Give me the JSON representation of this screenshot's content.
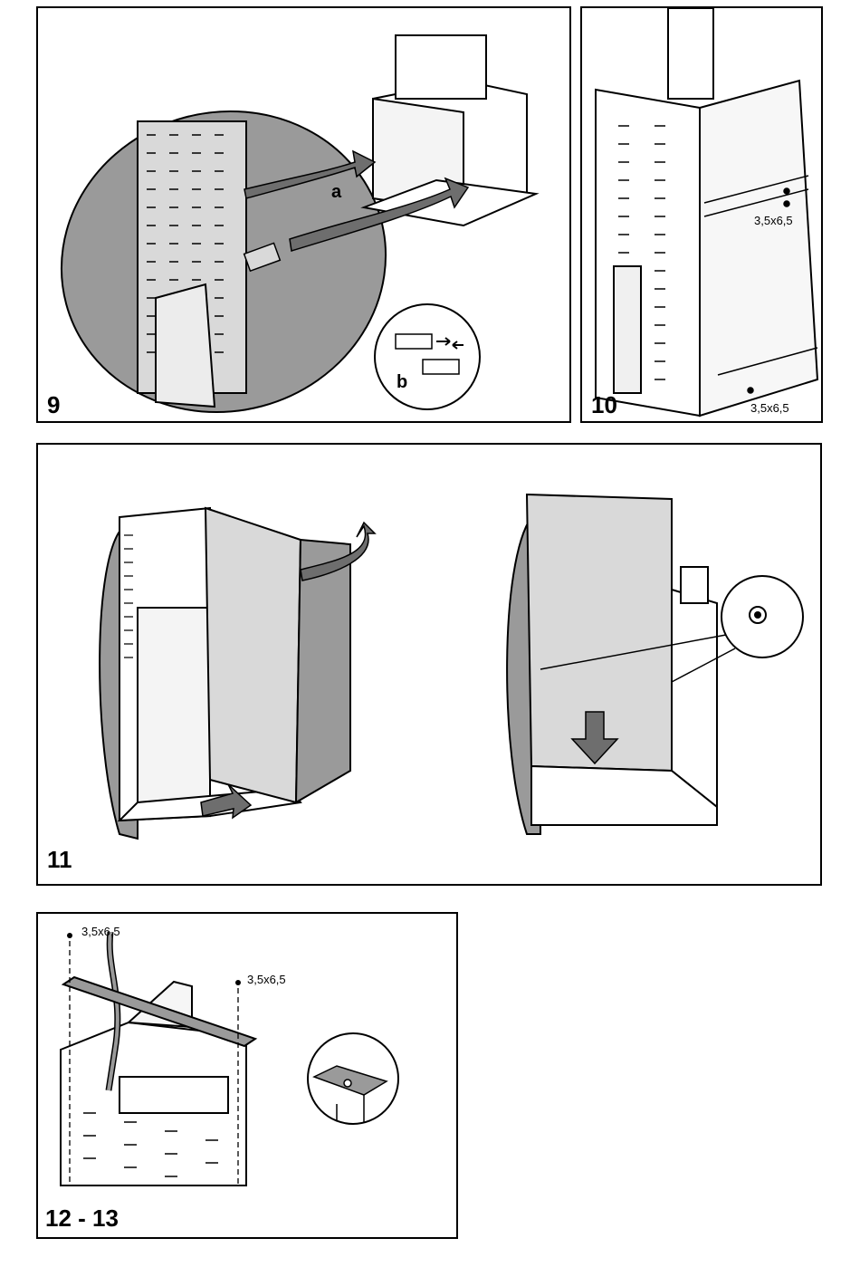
{
  "panels": {
    "p9": {
      "step": "9",
      "callout_a": "a",
      "callout_b": "b"
    },
    "p10": {
      "step": "10",
      "screw_top": "3,5x6,5",
      "screw_bottom": "3,5x6,5"
    },
    "p11": {
      "step": "11"
    },
    "p12": {
      "step": "12 - 13",
      "screw_left": "3,5x6,5",
      "screw_right": "3,5x6,5"
    }
  },
  "colors": {
    "line": "#000000",
    "shade": "#9a9a9a",
    "panel_fill": "#d9d9d9",
    "arrow": "#6e6e6e"
  }
}
